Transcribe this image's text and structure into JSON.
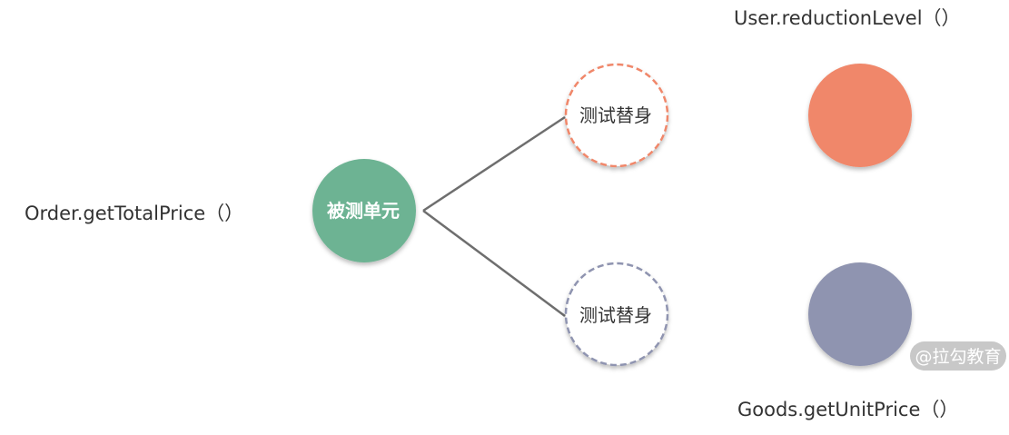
{
  "labels": {
    "unit_method": "Order.getTotalPrice（）",
    "dep_top_method": "User.reductionLevel（）",
    "dep_bottom_method": "Goods.getUnitPrice（）"
  },
  "nodes": {
    "unit_under_test": "被测单元",
    "double_top": "测试替身",
    "double_bottom": "测试替身"
  },
  "watermark": "@拉勾教育",
  "colors": {
    "unit": "#6db393",
    "top": "#f0876a",
    "bottom": "#8f94b0",
    "line": "#6e6e6e"
  }
}
